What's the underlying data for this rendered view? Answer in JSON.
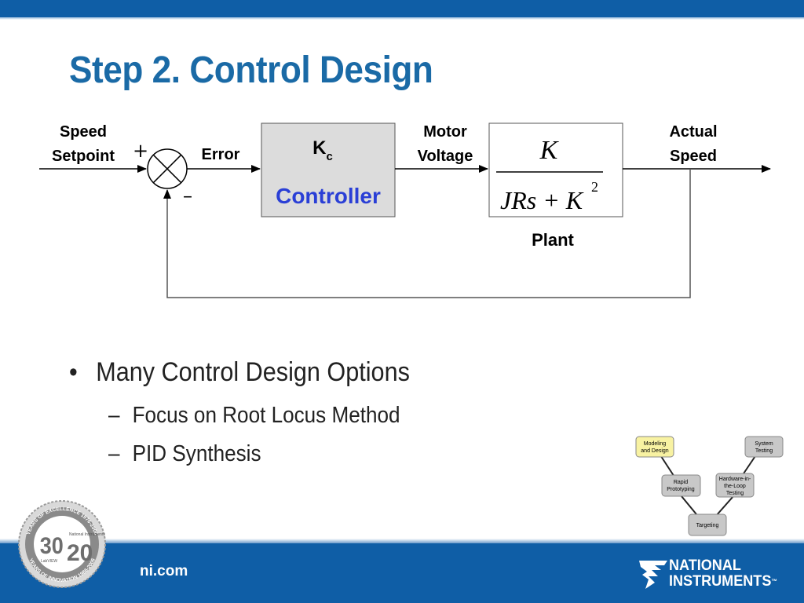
{
  "slide": {
    "title": "Step 2. Control Design",
    "footer_url": "ni.com",
    "brand": {
      "line1": "NATIONAL",
      "line2": "INSTRUMENTS",
      "trademark": "™"
    },
    "colors": {
      "accent": "#0f5ea6",
      "title": "#1a6aa6",
      "controller_text": "#2a3fd6",
      "controller_fill": "#dcdcdc"
    }
  },
  "diagram": {
    "input_label": [
      "Speed",
      "Setpoint"
    ],
    "plus_sign": "+",
    "minus_sign": "–",
    "error_label": "Error",
    "controller": {
      "gain": "K",
      "gain_sub": "c",
      "name": "Controller"
    },
    "motor_label": [
      "Motor",
      "Voltage"
    ],
    "plant": {
      "numerator": "K",
      "denominator": "JRs + K",
      "exponent": "2",
      "name": "Plant"
    },
    "output_label": [
      "Actual",
      "Speed"
    ]
  },
  "bullets": [
    {
      "text": "Many Control Design Options",
      "sub": [
        "Focus on Root Locus Method",
        "PID Synthesis"
      ]
    }
  ],
  "v_diagram": {
    "nodes": [
      {
        "id": "modeling",
        "label": [
          "Modeling",
          "and Design"
        ],
        "highlight": true
      },
      {
        "id": "rapid",
        "label": [
          "Rapid",
          "Prototyping"
        ],
        "highlight": false
      },
      {
        "id": "targeting",
        "label": [
          "Targeting"
        ],
        "highlight": false
      },
      {
        "id": "hil",
        "label": [
          "Hardware-in-",
          "the-Loop",
          "Testing"
        ],
        "highlight": false
      },
      {
        "id": "system",
        "label": [
          "System",
          "Testing"
        ],
        "highlight": false
      }
    ]
  },
  "badge": {
    "number_left": "30",
    "number_right": "20",
    "ring_top": "YEARS OF EXCELLENCE 1976-2006",
    "ring_bottom": "YEARS OF INNOVATION 1986-2006",
    "small_top": "National Instruments",
    "small_bottom": "LabVIEW"
  }
}
